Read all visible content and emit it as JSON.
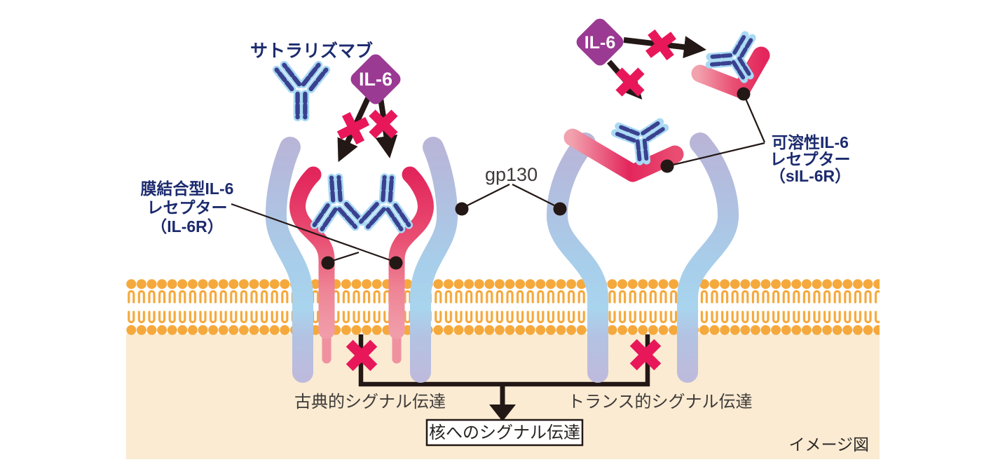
{
  "figure": {
    "type": "mechanism-of-action-diagram",
    "note_label": "イメージ図"
  },
  "labels": {
    "satralizumab": "サトラリズマブ",
    "il6_left": "IL-6",
    "il6_right": "IL-6",
    "membrane_receptor": [
      "膜結合型IL-6",
      "レセプター",
      "（IL-6R）"
    ],
    "gp130": "gp130",
    "soluble_receptor": [
      "可溶性IL-6",
      "レセプター",
      "（sIL-6R）"
    ],
    "classical_signaling": "古典的シグナル伝達",
    "trans_signaling": "トランス的シグナル伝達",
    "nucleus_signaling": "核へのシグナル伝達"
  },
  "icons": {
    "antibody": "antibody-y-icon",
    "il6_diamond": "il6-diamond-icon",
    "blocked_cross": "blocked-x-icon",
    "membrane": "lipid-bilayer-icon"
  },
  "colors": {
    "label_navy": "#1C2B6E",
    "il6_diamond": "#9A3A93",
    "cross_pink": "#E8175A",
    "receptor_pink": "#E3265C",
    "receptor_pink_light": "#F2A2AE",
    "gp130_lavender": "#B9B5D8",
    "gp130_blue": "#A7D0EC",
    "antibody_navy": "#3A418F",
    "antibody_halo": "#A9D9F3",
    "membrane_orange": "#F5A93D",
    "cytoplasm_cream": "#FAEBD2",
    "line_black": "#231815",
    "text_dark": "#3E3A39"
  }
}
